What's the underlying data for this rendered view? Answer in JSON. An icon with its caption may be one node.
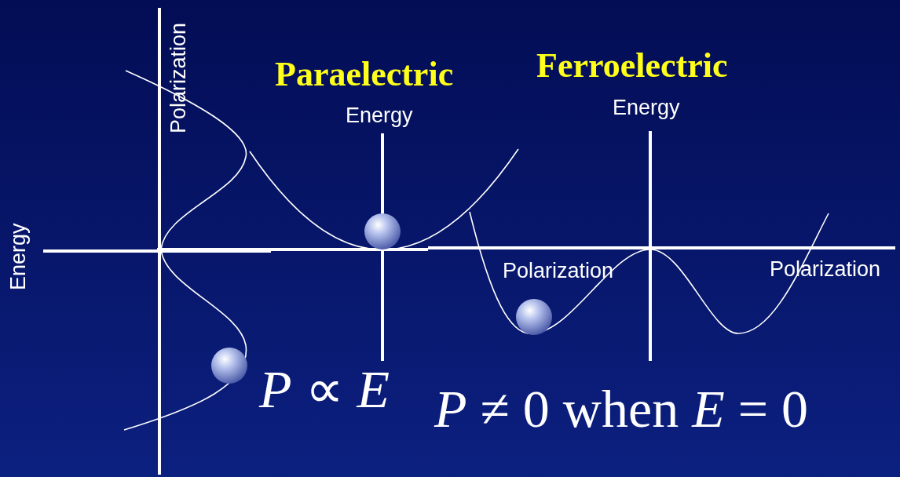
{
  "diagram": {
    "labels": [
      "Polarization",
      "Paraelectric",
      "Ferroelectric",
      "Energy",
      "Energy",
      "Energy",
      "Polarization",
      "Polarization",
      "*P* ∝ *E*",
      "*P* ≠ 0 when *E* = 0"
    ]
  }
}
